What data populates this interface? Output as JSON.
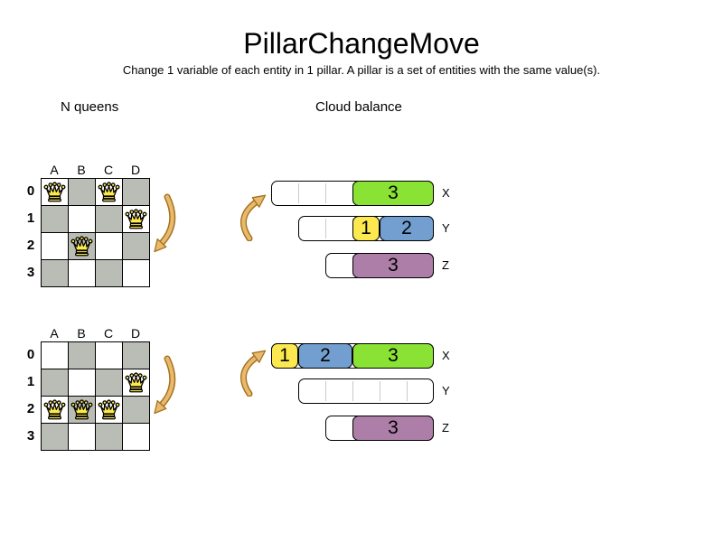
{
  "header": {
    "title": "PillarChangeMove",
    "subtitle": "Change 1 variable of each entity in 1 pillar. A pillar is a set of entities with the same value(s)."
  },
  "nqueens": {
    "label": "N queens",
    "columns": [
      "A",
      "B",
      "C",
      "D"
    ],
    "rows": [
      "0",
      "1",
      "2",
      "3"
    ],
    "before": {
      "queens": [
        "A0",
        "C0",
        "D1",
        "B2"
      ]
    },
    "after": {
      "queens": [
        "D1",
        "A2",
        "B2",
        "C2"
      ]
    }
  },
  "cloud": {
    "label": "Cloud balance",
    "before": [
      {
        "label": "X",
        "slots": 6,
        "blocks": [
          {
            "value": "3",
            "color": "green",
            "start": 3,
            "span": 3
          }
        ]
      },
      {
        "label": "Y",
        "slots": 5,
        "blocks": [
          {
            "value": "1",
            "color": "yellow",
            "start": 2,
            "span": 1
          },
          {
            "value": "2",
            "color": "blue",
            "start": 3,
            "span": 2
          }
        ]
      },
      {
        "label": "Z",
        "slots": 4,
        "blocks": [
          {
            "value": "3",
            "color": "purple",
            "start": 1,
            "span": 3
          }
        ]
      }
    ],
    "after": [
      {
        "label": "X",
        "slots": 6,
        "blocks": [
          {
            "value": "1",
            "color": "yellow",
            "start": 0,
            "span": 1
          },
          {
            "value": "2",
            "color": "blue",
            "start": 1,
            "span": 2
          },
          {
            "value": "3",
            "color": "green",
            "start": 3,
            "span": 3
          }
        ]
      },
      {
        "label": "Y",
        "slots": 5,
        "blocks": []
      },
      {
        "label": "Z",
        "slots": 4,
        "blocks": [
          {
            "value": "3",
            "color": "purple",
            "start": 1,
            "span": 3
          }
        ]
      }
    ]
  },
  "colors": {
    "green": "#8ae234",
    "yellow": "#fce94f",
    "blue": "#729fcf",
    "purple": "#ad7fa8",
    "board_dark": "#babdb6",
    "board_light": "#ffffff",
    "arrow_fill": "#e9b96e",
    "arrow_outline": "#a5731f"
  }
}
